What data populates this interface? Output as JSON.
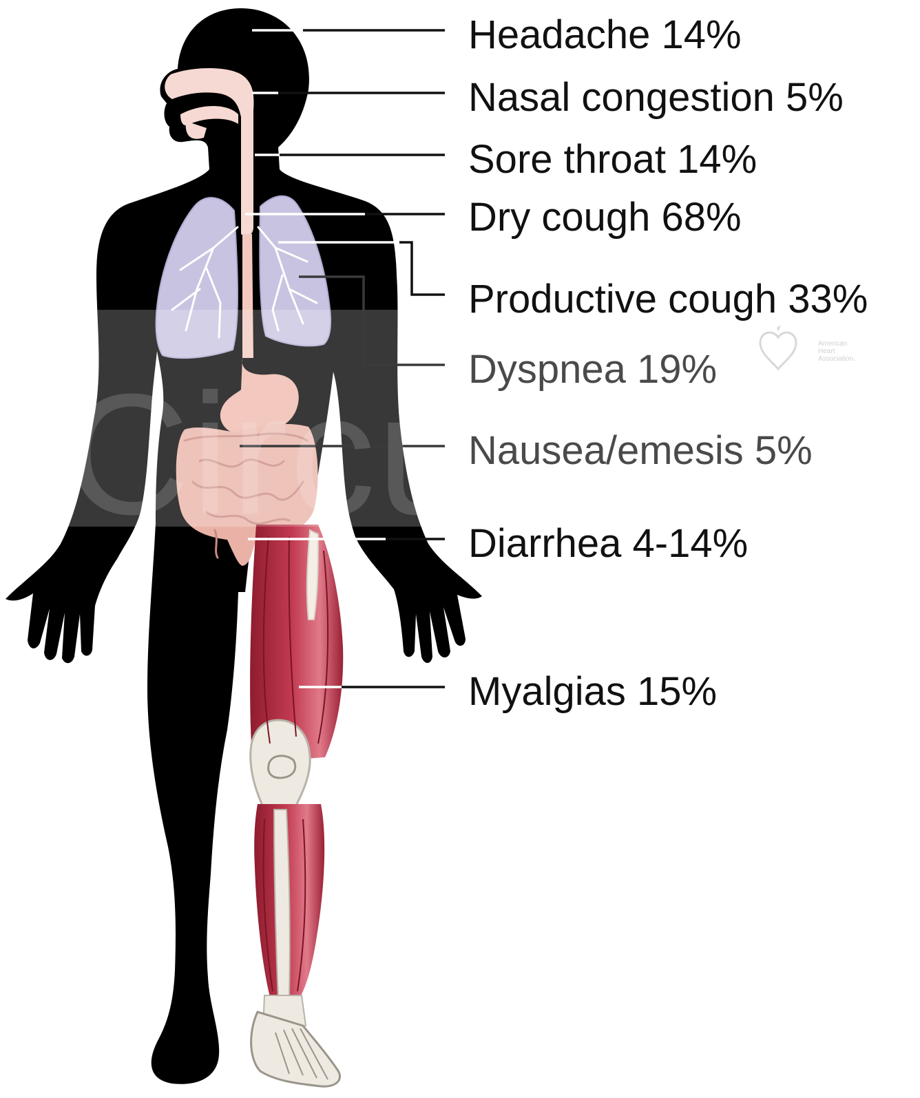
{
  "symptoms": [
    {
      "name": "Headache",
      "percent": "14%",
      "text": "Headache 14%"
    },
    {
      "name": "Nasal congestion",
      "percent": "5%",
      "text": "Nasal congestion 5%"
    },
    {
      "name": "Sore throat",
      "percent": "14%",
      "text": "Sore throat 14%"
    },
    {
      "name": "Dry cough",
      "percent": "68%",
      "text": "Dry cough 68%"
    },
    {
      "name": "Productive cough",
      "percent": "33%",
      "text": "Productive cough 33%"
    },
    {
      "name": "Dyspnea",
      "percent": "19%",
      "text": "Dyspnea 19%"
    },
    {
      "name": "Nausea/emesis",
      "percent": "5%",
      "text": "Nausea/emesis 5%"
    },
    {
      "name": "Diarrhea",
      "percent": "4-14%",
      "text": "Diarrhea 4-14%"
    },
    {
      "name": "Myalgias",
      "percent": "15%",
      "text": "Myalgias 15%"
    }
  ],
  "watermark": {
    "journal": "Circulation",
    "publisher": "American\nHeart\nAssociation."
  },
  "colors": {
    "silhouette": "#000000",
    "airway": "#f6d9d2",
    "lungs": "#c8c3e0",
    "stomach": "#efb9ad",
    "intestines": "#eab2a7",
    "muscle": "#b3283e",
    "bone": "#eeeae2"
  }
}
